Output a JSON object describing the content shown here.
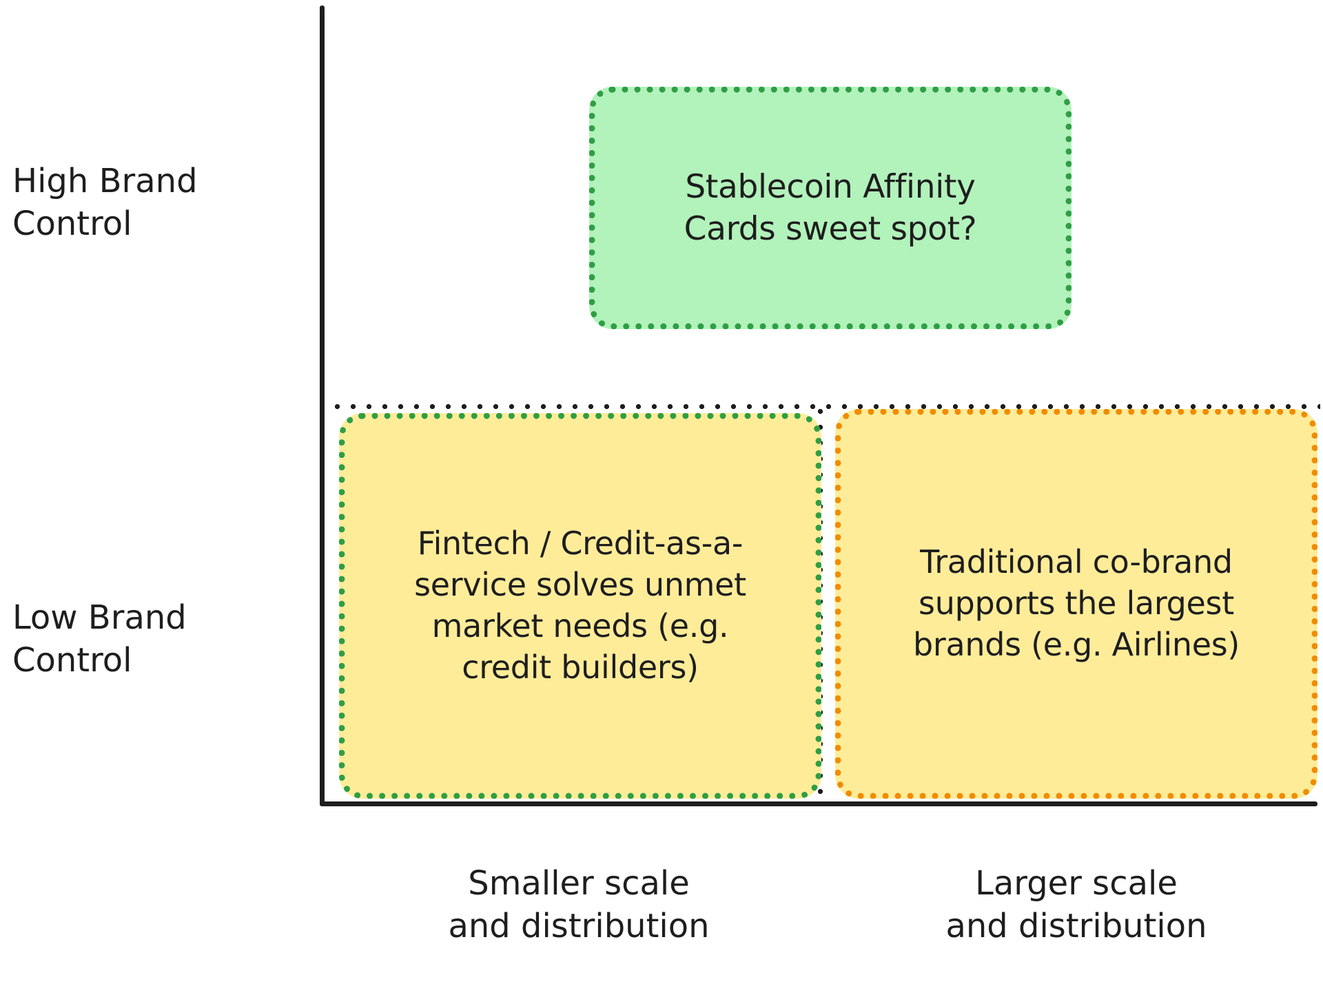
{
  "diagram": {
    "type": "2x2-matrix",
    "background_color": "#ffffff",
    "axes": {
      "y_axis": {
        "name": "Brand Control",
        "high_label": "High Brand\nControl",
        "low_label": "Low Brand\nControl"
      },
      "x_axis": {
        "name": "Scale and distribution",
        "left_label": "Smaller scale\nand distribution",
        "right_label": "Larger scale\nand distribution"
      }
    },
    "quadrants": [
      {
        "id": "sweet-spot",
        "position": "upper-middle-right",
        "text": "Stablecoin Affinity\nCards sweet spot?",
        "fill_color": "#b2f2bb",
        "border_color": "#2f9e44",
        "border_style": "dotted"
      },
      {
        "id": "fintech",
        "position": "lower-left",
        "text": "Fintech / Credit-as-a-\nservice solves unmet\nmarket needs (e.g.\ncredit builders)",
        "fill_color": "#ffec99",
        "border_color": "#2f9e44",
        "border_style": "dotted"
      },
      {
        "id": "traditional",
        "position": "lower-right",
        "text": "Traditional co-brand\nsupports the largest\nbrands (e.g. Airlines)",
        "fill_color": "#ffec99",
        "border_color": "#f08c00",
        "border_style": "dotted"
      }
    ],
    "guides": {
      "horizontal_divider_color": "#1e1e1e",
      "vertical_divider_color": "#1e1e1e",
      "axis_color": "#1e1e1e"
    }
  }
}
